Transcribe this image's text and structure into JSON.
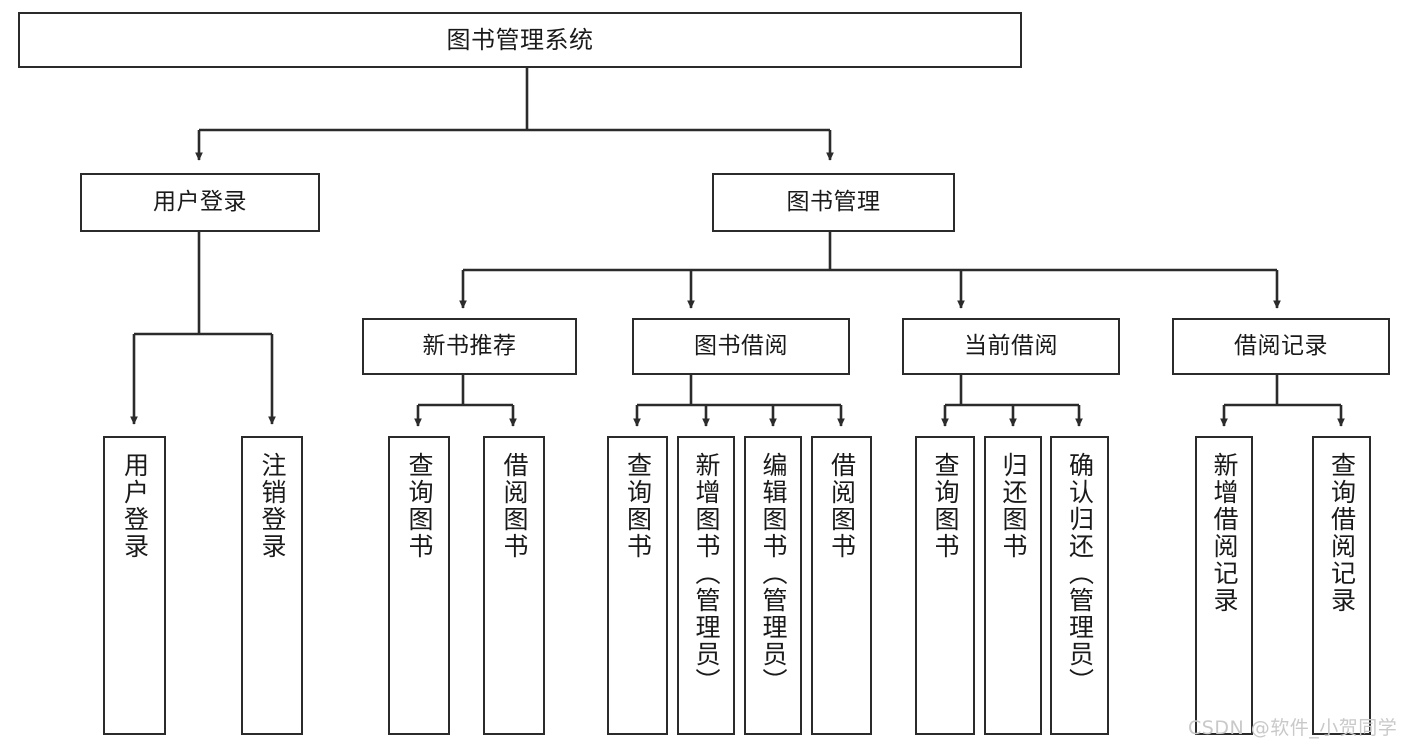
{
  "diagram": {
    "title": "图书管理系统",
    "type": "tree-hierarchy",
    "stroke_color": "#2b2b2b",
    "background_color": "#ffffff",
    "levels": {
      "root": {
        "label": "图书管理系统"
      },
      "level1": [
        {
          "label": "用户登录"
        },
        {
          "label": "图书管理"
        }
      ],
      "level2": [
        {
          "label": "新书推荐"
        },
        {
          "label": "图书借阅"
        },
        {
          "label": "当前借阅"
        },
        {
          "label": "借阅记录"
        }
      ],
      "leaves": {
        "user_login": [
          {
            "label": "用户登录"
          },
          {
            "label": "注销登录"
          }
        ],
        "new_book_recommend": [
          {
            "label": "查询图书"
          },
          {
            "label": "借阅图书"
          }
        ],
        "book_borrow": [
          {
            "label": "查询图书"
          },
          {
            "label": "新增图书（管理员）"
          },
          {
            "label": "编辑图书（管理员）"
          },
          {
            "label": "借阅图书"
          }
        ],
        "current_borrow": [
          {
            "label": "查询图书"
          },
          {
            "label": "归还图书"
          },
          {
            "label": "确认归还（管理员）"
          }
        ],
        "borrow_record": [
          {
            "label": "新增借阅记录"
          },
          {
            "label": "查询借阅记录"
          }
        ]
      }
    }
  },
  "watermark": {
    "text": "CSDN @软件_小贺同学"
  }
}
